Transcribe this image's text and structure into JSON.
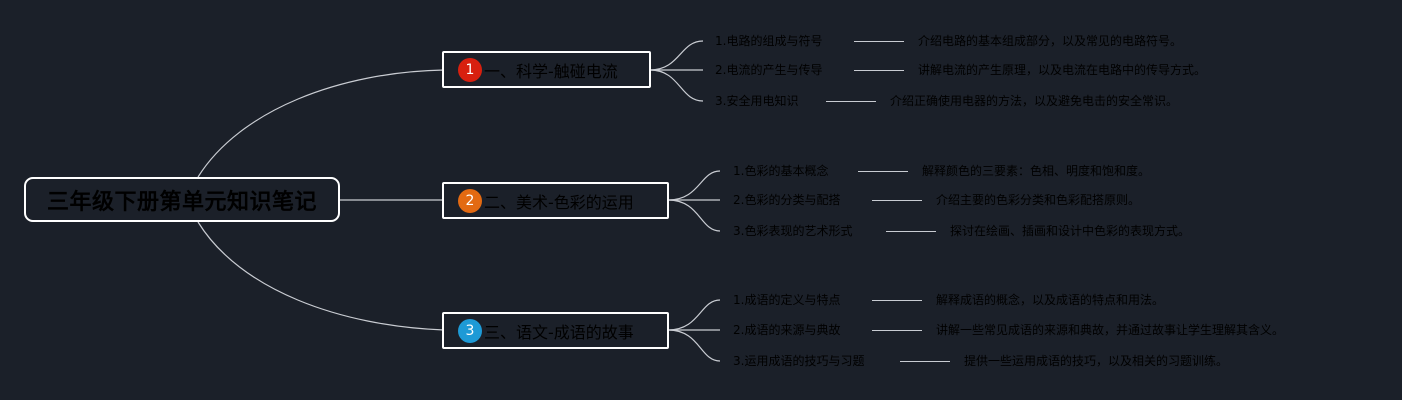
{
  "root": {
    "title": "三年级下册第单元知识笔记"
  },
  "colors": {
    "background": "#1b2029",
    "line": "#c9ccd2",
    "badge1": "#d8200f",
    "badge2": "#e36a12",
    "badge3": "#1e9ad6"
  },
  "branches": [
    {
      "number": "1",
      "title": "一、科学-触碰电流",
      "items": [
        {
          "title": "1.电路的组成与符号",
          "desc": "介绍电路的基本组成部分，以及常见的电路符号。"
        },
        {
          "title": "2.电流的产生与传导",
          "desc": "讲解电流的产生原理，以及电流在电路中的传导方式。"
        },
        {
          "title": "3.安全用电知识",
          "desc": "介绍正确使用电器的方法，以及避免电击的安全常识。"
        }
      ]
    },
    {
      "number": "2",
      "title": "二、美术-色彩的运用",
      "items": [
        {
          "title": "1.色彩的基本概念",
          "desc": "解释颜色的三要素：色相、明度和饱和度。"
        },
        {
          "title": "2.色彩的分类与配搭",
          "desc": "介绍主要的色彩分类和色彩配搭原则。"
        },
        {
          "title": "3.色彩表现的艺术形式",
          "desc": "探讨在绘画、插画和设计中色彩的表现方式。"
        }
      ]
    },
    {
      "number": "3",
      "title": "三、语文-成语的故事",
      "items": [
        {
          "title": "1.成语的定义与特点",
          "desc": "解释成语的概念，以及成语的特点和用法。"
        },
        {
          "title": "2.成语的来源与典故",
          "desc": "讲解一些常见成语的来源和典故，并通过故事让学生理解其含义。"
        },
        {
          "title": "3.运用成语的技巧与习题",
          "desc": "提供一些运用成语的技巧，以及相关的习题训练。"
        }
      ]
    }
  ]
}
